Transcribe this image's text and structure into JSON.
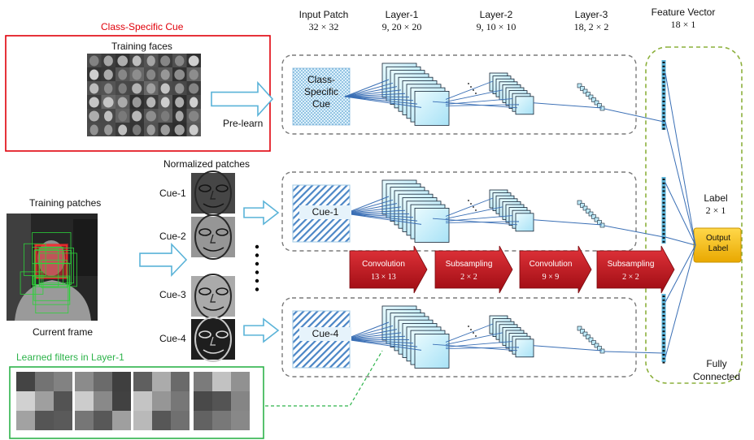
{
  "titles": {
    "class_specific_cue": "Class-Specific Cue",
    "training_faces": "Training faces",
    "pre_learn": "Pre-learn",
    "normalized_patches": "Normalized patches",
    "training_patches": "Training patches",
    "current_frame": "Current frame",
    "learned_filters": "Learned filters in Layer-1"
  },
  "columns": [
    {
      "name": "Input Patch",
      "dims": "32 × 32"
    },
    {
      "name": "Layer-1",
      "dims": "9, 20 × 20"
    },
    {
      "name": "Layer-2",
      "dims": "9, 10 × 10"
    },
    {
      "name": "Layer-3",
      "dims": "18, 2 × 2"
    },
    {
      "name": "Feature Vector",
      "dims": "18 × 1"
    }
  ],
  "input_boxes": {
    "class_specific": "Class-\nSpecific\nCue",
    "cue1": "Cue-1",
    "cue4": "Cue-4"
  },
  "cues": [
    "Cue-1",
    "Cue-2",
    "Cue-3",
    "Cue-4"
  ],
  "operations": [
    {
      "name": "Convolution",
      "param": "13 × 13"
    },
    {
      "name": "Subsampling",
      "param": "2 × 2"
    },
    {
      "name": "Convolution",
      "param": "9 × 9"
    },
    {
      "name": "Subsampling",
      "param": "2 × 2"
    }
  ],
  "label": {
    "name": "Label",
    "dims": "2 × 1"
  },
  "output_label": "Output\nLabel",
  "fully_connected": "Fully\nConnected",
  "colors": {
    "red_box": "#e0000a",
    "green_box": "#2db34a",
    "olive_dashed": "#8cb03c",
    "arrow_red": "#c0141c",
    "output_yellow": "#f4c21a",
    "line_blue": "#3a6fb5",
    "map_cyan": "#cdf0fb"
  }
}
